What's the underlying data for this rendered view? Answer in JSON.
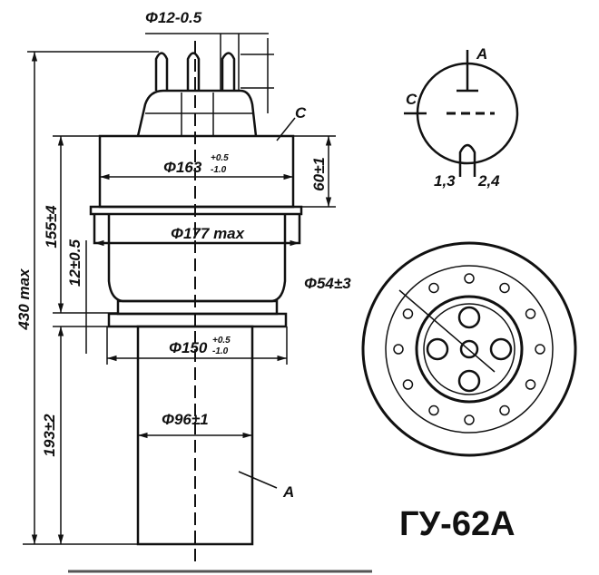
{
  "drawing": {
    "title": "ГУ-62А",
    "dimensions": {
      "pin_diameter": "Φ12-0.5",
      "cap_diameter": "Φ163",
      "cap_diameter_tol_upper": "+0.5",
      "cap_diameter_tol_lower": "-1.0",
      "cap_height": "60±1",
      "body_max_diameter": "Φ177 max",
      "height_to_flange": "155±4",
      "flange_height": "12±0.5",
      "overall_height": "430 max",
      "flange_diameter": "Φ150",
      "flange_diameter_tol_upper": "+0.5",
      "flange_diameter_tol_lower": "-1.0",
      "anode_diameter": "Φ96±1",
      "anode_height": "193±2",
      "pin_circle_diameter": "Φ54±3"
    },
    "callouts": {
      "cathode": "C",
      "anode": "A"
    },
    "symbol": {
      "anode": "A",
      "cathode": "C",
      "pins_left": "1,3",
      "pins_right": "2,4"
    }
  }
}
